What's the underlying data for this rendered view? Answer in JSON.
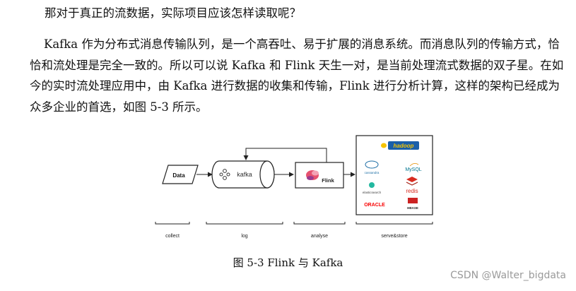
{
  "question": "那对于真正的流数据，实际项目应该怎样读取呢？",
  "paragraph": "Kafka 作为分布式消息传输队列，是一个高吞吐、易于扩展的消息系统。而消息队列的传输方式，恰恰和流处理是完全一致的。所以可以说 Kafka 和 Flink 天生一对，是当前处理流式数据的双子星。在如今的实时流处理应用中，由 Kafka 进行数据的收集和传输，Flink 进行分析计算，这样的架构已经成为众多企业的首选，如图 5-3 所示。",
  "figure": {
    "data_label": "Data",
    "kafka_label": "kafka",
    "flink_label": "Flink",
    "stages": [
      "collect",
      "log",
      "analyse",
      "serve&store"
    ],
    "stores": {
      "hadoop": "hadoop",
      "cassandra": "cassandra",
      "mysql": "MySQL",
      "elasticsearch": "elasticsearch",
      "redis": "redis",
      "oracle": "ORACLE",
      "hbase": "HBASE"
    }
  },
  "caption": "图 5-3 Flink 与 Kafka",
  "watermark": "CSDN @Walter_bigdata",
  "colors": {
    "kafka_logo": "#333333",
    "flink_pink": "#e6526f",
    "redis_red": "#d82c20",
    "oracle_red": "#f80000",
    "hadoop_yellow": "#f5c400"
  }
}
